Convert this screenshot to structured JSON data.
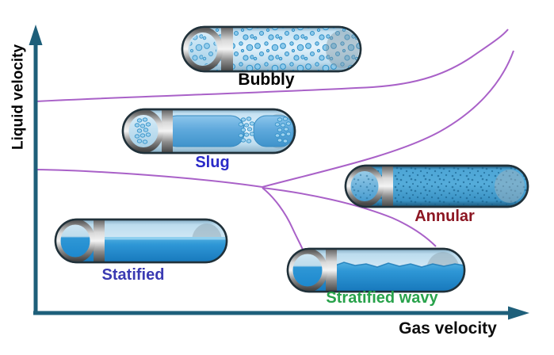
{
  "diagram": {
    "y_axis_label": "Liquid velocity",
    "x_axis_label": "Gas velocity",
    "regimes": [
      {
        "label": "Bubbly",
        "label_color": "#000000"
      },
      {
        "label": "Slug",
        "label_color": "#2a2ac8"
      },
      {
        "label": "Annular",
        "label_color": "#8c1622"
      },
      {
        "label": "Statified",
        "label_color": "#3a3ab2"
      },
      {
        "label": "Stratified wavy",
        "label_color": "#28a24b"
      }
    ],
    "colors": {
      "axis": "#1e5f7a",
      "boundary_curves": "#a961c8",
      "liquid_blue": "#1b86cc",
      "gas_light_blue": "#cde7f6"
    }
  }
}
